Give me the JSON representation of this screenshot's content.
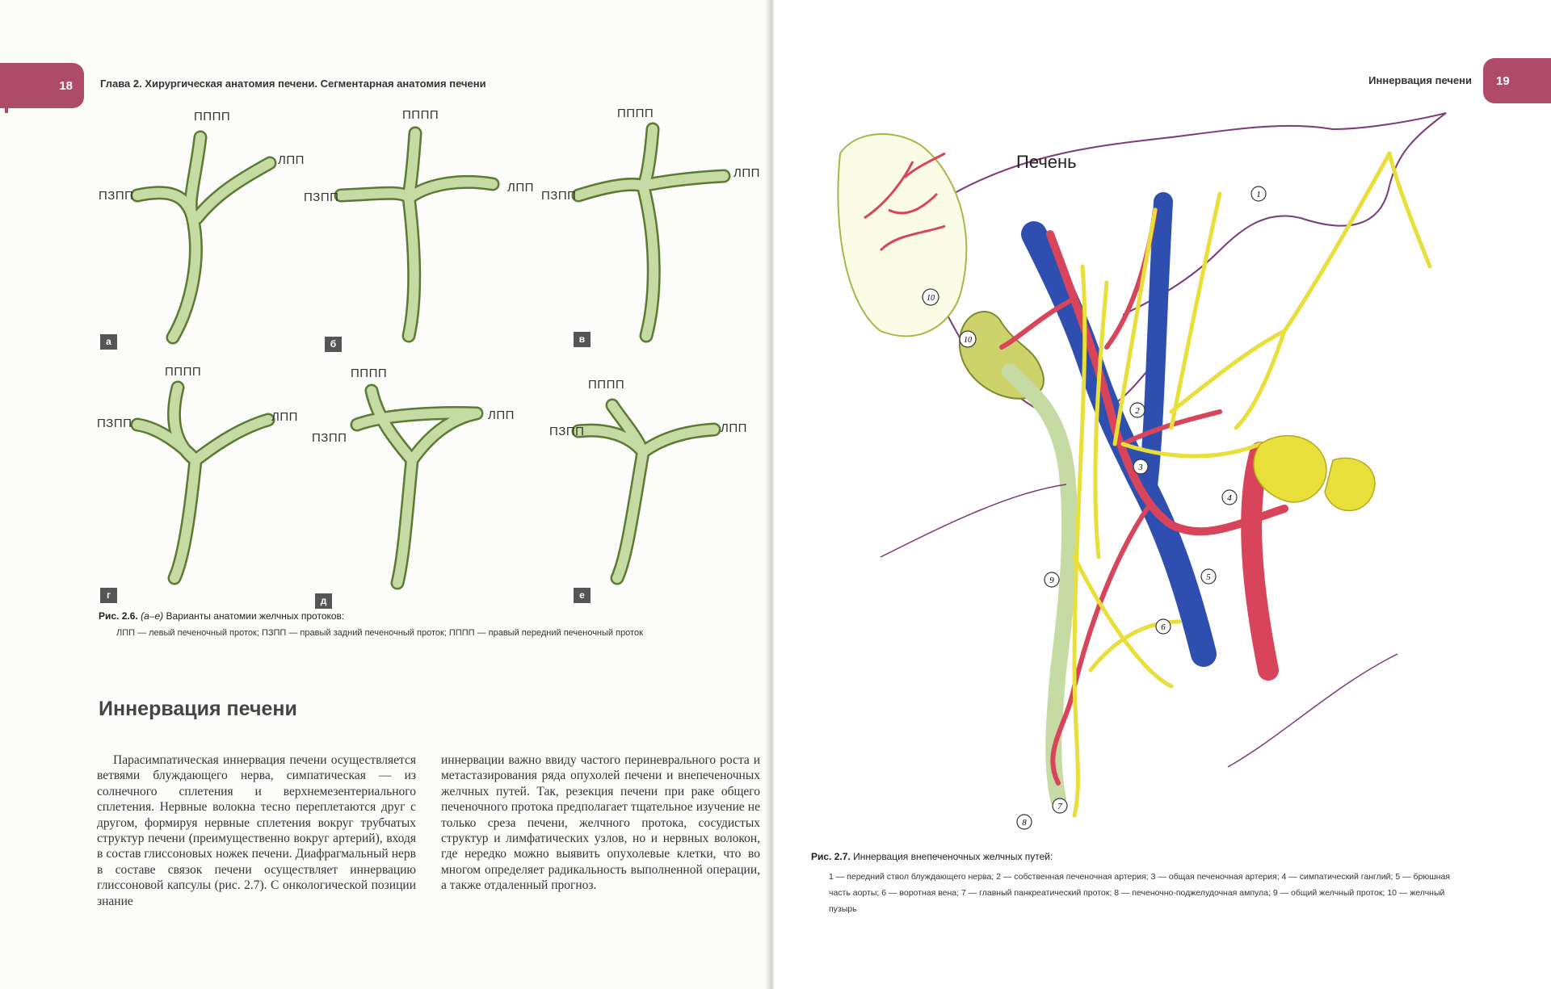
{
  "left_page": {
    "page_number": "18",
    "running_head": "Глава 2.  Хирургическая анатомия печени. Сегментарная анатомия печени",
    "figure": {
      "variants": [
        {
          "letter": "а",
          "label_top": "ПППП",
          "label_left": "ПЗПП",
          "label_right": "ЛПП"
        },
        {
          "letter": "б",
          "label_top": "ПППП",
          "label_left": "ПЗПП",
          "label_right": "ЛПП"
        },
        {
          "letter": "в",
          "label_top": "ПППП",
          "label_left": "ПЗПП",
          "label_right": "ЛПП"
        },
        {
          "letter": "г",
          "label_top": "ПППП",
          "label_left": "ПЗПП",
          "label_right": "ЛПП"
        },
        {
          "letter": "д",
          "label_top": "ПППП",
          "label_left": "ПЗПП",
          "label_right": "ЛПП"
        },
        {
          "letter": "е",
          "label_top": "ПППП",
          "label_left": "ПЗПП",
          "label_right": "ЛПП"
        }
      ],
      "caption_number": "Рис. 2.6.",
      "caption_range": "(а–е)",
      "caption_title": "Варианты анатомии желчных протоков:",
      "caption_legend": "ЛПП — левый печеночный проток; ПЗПП — правый задний печеночный проток; ПППП — правый передний печеночный проток"
    },
    "section_title": "Иннервация печени",
    "paragraph_col1": "Парасимпатическая иннервация печени осуществляется ветвями блуждающего нерва, симпатическая — из солнечного сплетения и верхнемезентериального сплетения. Нервные волокна тесно переплетаются друг с другом, формируя нервные сплетения вокруг трубчатых структур печени (преимущественно вокруг артерий), входя в состав глиссоновых ножек печени. Диафрагмальный нерв в составе связок печени осуществляет иннервацию глиссоновой капсулы (рис. 2.7). С онкологической позиции знание",
    "paragraph_col2": "иннервации важно ввиду частого периневрального роста и метастазирования ряда опухолей печени и внепеченочных желчных путей. Так, резекция печени при раке общего печеночного протока предполагает тщательное изучение не только среза печени, желчного протока, сосудистых структур и лимфатических узлов, но и нервных волокон, где нередко можно выявить опухолевые клетки, что во многом определяет радикальность выполненной операции, а также отдаленный прогноз."
  },
  "right_page": {
    "page_number": "19",
    "running_head": "Иннервация печени",
    "figure": {
      "title": "Печень",
      "markers": [
        "1",
        "2",
        "3",
        "4",
        "5",
        "6",
        "7",
        "8",
        "9",
        "10",
        "10"
      ],
      "caption_number": "Рис. 2.7.",
      "caption_title": "Иннервация внепеченочных желчных путей:",
      "caption_legend": "1 — передний ствол блуждающего нерва; 2 — собственная печеночная артерия; 3 — общая печеночная артерия; 4 — симпатический ганглий; 5 — брюшная часть аорты; 6 — воротная вена; 7 — главный панкреатический проток; 8 — печеночно-поджелудочная ампула; 9 — общий желчный проток; 10 — желчный пузырь"
    },
    "colors": {
      "nerve": "#e8df3a",
      "artery": "#d8455a",
      "vein": "#2f4fb0",
      "duct": "#c5dba3",
      "outline": "#7a3b78"
    }
  },
  "accent_color": "#b04a6a"
}
